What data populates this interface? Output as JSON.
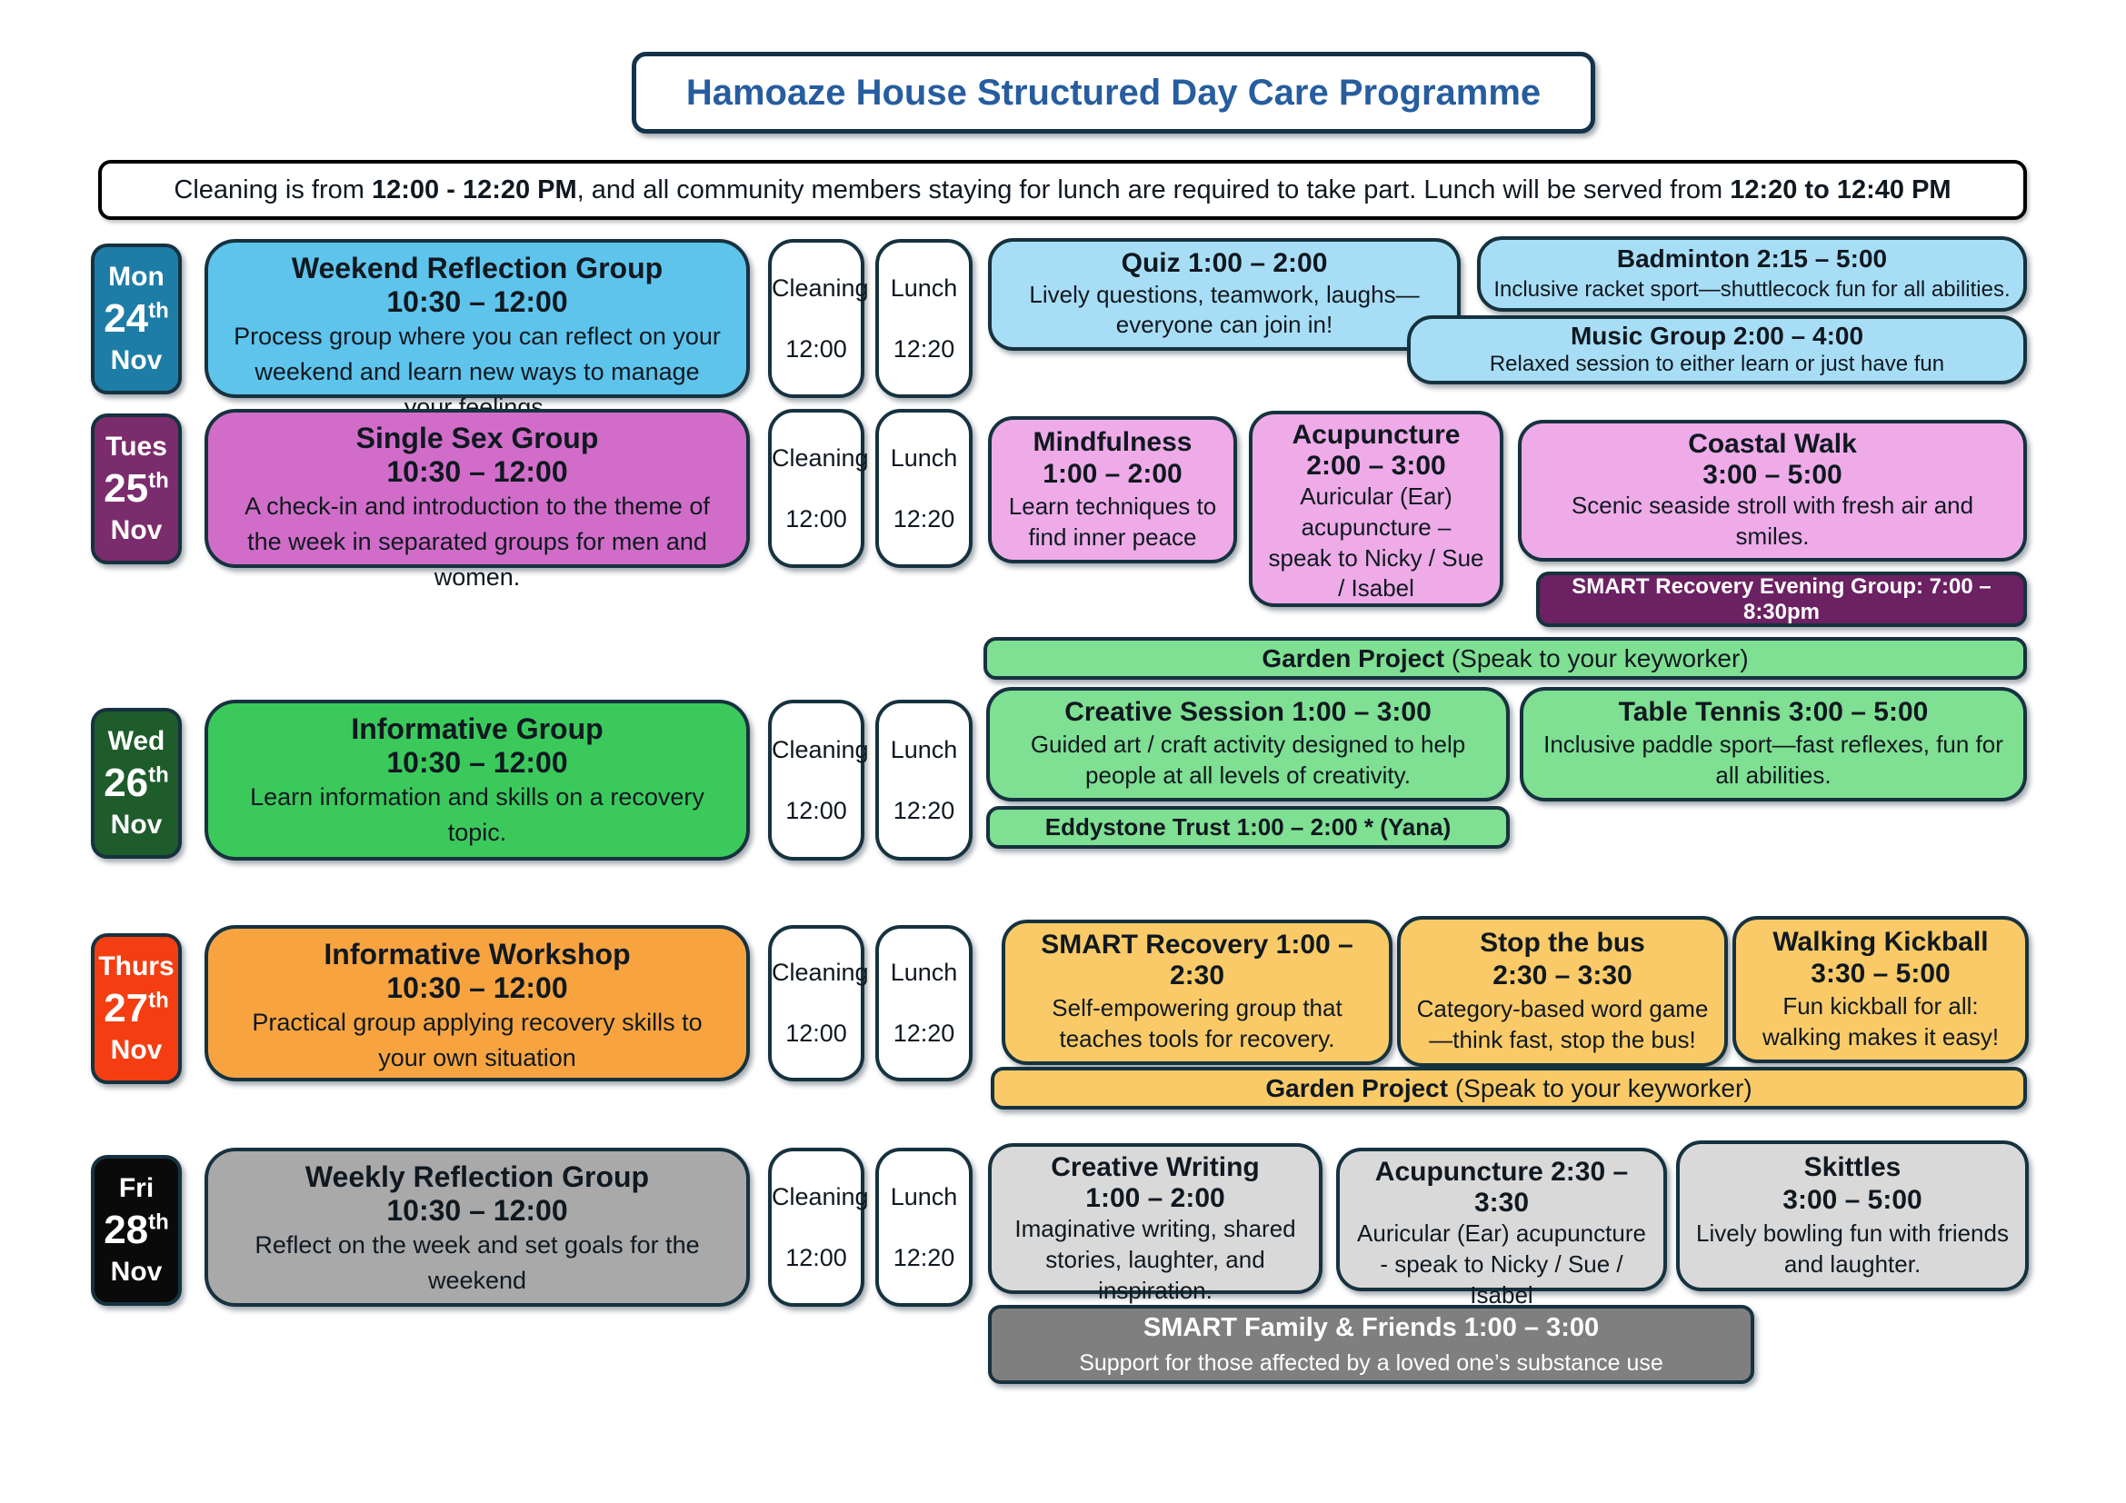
{
  "title": "Hamoaze House Structured Day Care Programme",
  "notice": {
    "part1": "Cleaning is from ",
    "bold1": "12:00 - 12:20 PM",
    "part2": ", and all community members staying for lunch are required to take part. Lunch will be served from ",
    "bold2": "12:20 to 12:40 PM"
  },
  "colors": {
    "title_text": "#275d9f",
    "outline": "#16323f",
    "monday": {
      "label": "#1e7da7",
      "main": "#5ec4ec",
      "afternoon": "#a8def5"
    },
    "tuesday": {
      "label": "#7b2c6d",
      "main": "#d16dc9",
      "afternoon": "#eeabe8",
      "evening_bar": "#6b2162"
    },
    "wednesday": {
      "label": "#1e5c2b",
      "main": "#3cc95c",
      "afternoon": "#7fdf92"
    },
    "thursday": {
      "label": "#f43e12",
      "main": "#f7a440",
      "afternoon": "#f9ca67"
    },
    "friday": {
      "label": "#0a0a0a",
      "main": "#a9a9a9",
      "afternoon": "#d9d9d9",
      "family_bar": "#7f7f7f"
    }
  },
  "days": [
    {
      "name": "Mon",
      "date": "24",
      "date_suffix": "th",
      "month": "Nov",
      "morning": {
        "title": "Weekend Reflection Group",
        "time": "10:30 – 12:00",
        "desc": "Process group where you can reflect on your weekend and learn new ways to manage your feelings."
      },
      "cleaning": {
        "label": "Cleaning",
        "time": "12:00"
      },
      "lunch": {
        "label": "Lunch",
        "time": "12:20"
      },
      "afternoon": [
        {
          "title": "Quiz 1:00 – 2:00",
          "desc": "Lively questions, teamwork, laughs—everyone can join in!"
        },
        {
          "title": "Badminton 2:15 – 5:00",
          "desc": "Inclusive racket sport—shuttlecock fun for all abilities."
        },
        {
          "title": "Music Group 2:00 – 4:00",
          "desc": "Relaxed session to either learn or just have fun"
        }
      ]
    },
    {
      "name": "Tues",
      "date": "25",
      "date_suffix": "th",
      "month": "Nov",
      "morning": {
        "title": "Single Sex Group",
        "time": "10:30 – 12:00",
        "desc": "A check-in and introduction to the theme of the week in separated groups for men and women."
      },
      "cleaning": {
        "label": "Cleaning",
        "time": "12:00"
      },
      "lunch": {
        "label": "Lunch",
        "time": "12:20"
      },
      "afternoon": [
        {
          "title": "Mindfulness",
          "time": "1:00 – 2:00",
          "desc": "Learn techniques to find inner peace"
        },
        {
          "title": "Acupuncture",
          "time": "2:00 – 3:00",
          "desc": "Auricular (Ear) acupuncture – speak to Nicky / Sue / Isabel"
        },
        {
          "title": "Coastal Walk",
          "time": "3:00 – 5:00",
          "desc": "Scenic seaside stroll with fresh air and smiles."
        }
      ]
    },
    {
      "name": "Wed",
      "date": "26",
      "date_suffix": "th",
      "month": "Nov",
      "morning": {
        "title": "Informative Group",
        "time": "10:30 – 12:00",
        "desc": "Learn information and skills on a recovery topic."
      },
      "cleaning": {
        "label": "Cleaning",
        "time": "12:00"
      },
      "lunch": {
        "label": "Lunch",
        "time": "12:20"
      },
      "afternoon": [
        {
          "title": "Creative Session 1:00 – 3:00",
          "desc": "Guided art / craft activity designed to help people at all levels of creativity."
        },
        {
          "title": "Table Tennis 3:00 – 5:00",
          "desc": "Inclusive paddle sport—fast reflexes, fun for all abilities."
        }
      ]
    },
    {
      "name": "Thurs",
      "date": "27",
      "date_suffix": "th",
      "month": "Nov",
      "morning": {
        "title": "Informative Workshop",
        "time": "10:30 – 12:00",
        "desc": "Practical group applying recovery skills to your own situation"
      },
      "cleaning": {
        "label": "Cleaning",
        "time": "12:00"
      },
      "lunch": {
        "label": "Lunch",
        "time": "12:20"
      },
      "afternoon": [
        {
          "title": "SMART Recovery 1:00 – 2:30",
          "desc": "Self-empowering group that teaches tools for recovery."
        },
        {
          "title": "Stop the bus",
          "time": "2:30 – 3:30",
          "desc": "Category-based word game—think fast, stop the bus!"
        },
        {
          "title": "Walking Kickball",
          "time": "3:30 – 5:00",
          "desc": "Fun kickball for all: walking makes it easy!"
        }
      ]
    },
    {
      "name": "Fri",
      "date": "28",
      "date_suffix": "th",
      "month": "Nov",
      "morning": {
        "title": "Weekly Reflection Group",
        "time": "10:30 – 12:00",
        "desc": "Reflect on the week and set goals for the weekend"
      },
      "cleaning": {
        "label": "Cleaning",
        "time": "12:00"
      },
      "lunch": {
        "label": "Lunch",
        "time": "12:20"
      },
      "afternoon": [
        {
          "title": "Creative Writing",
          "time": "1:00 – 2:00",
          "desc": "Imaginative writing, shared stories, laughter, and inspiration."
        },
        {
          "title": "Acupuncture 2:30 – 3:30",
          "desc": "Auricular (Ear) acupuncture - speak to Nicky / Sue / Isabel"
        },
        {
          "title": "Skittles",
          "time": "3:00 – 5:00",
          "desc": "Lively bowling fun with friends and laughter."
        }
      ]
    }
  ],
  "bars": {
    "tuesday_evening": "SMART Recovery Evening Group: 7:00 – 8:30pm",
    "garden_project_bold": "Garden Project",
    "garden_project_rest": " (Speak to your keyworker)",
    "eddystone": "Eddystone Trust 1:00 – 2:00 * (Yana)",
    "friday_family_title": "SMART Family & Friends 1:00 – 3:00",
    "friday_family_desc": "Support for those affected by a loved one’s substance use"
  }
}
